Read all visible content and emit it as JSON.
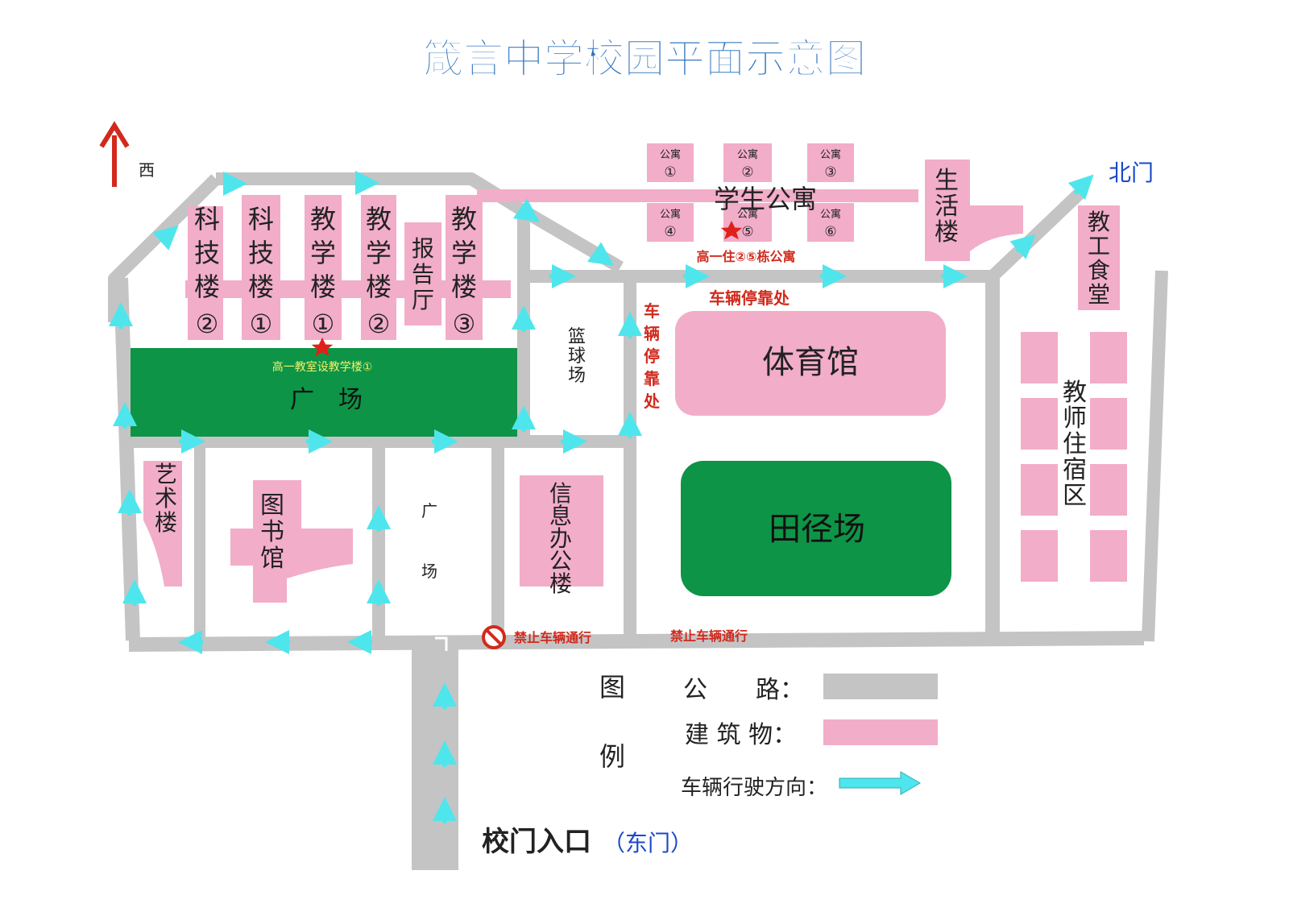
{
  "title": "箴言中学校园平面示意图",
  "compass": {
    "label": "西"
  },
  "gates": {
    "north": "北门",
    "east_main": "校门入口",
    "east_paren": "（东门）"
  },
  "buildings": {
    "keji2": {
      "l1": "科",
      "l2": "技",
      "l3": "楼",
      "num": "②"
    },
    "keji1": {
      "l1": "科",
      "l2": "技",
      "l3": "楼",
      "num": "①"
    },
    "jiaoxue1": {
      "l1": "教",
      "l2": "学",
      "l3": "楼",
      "num": "①"
    },
    "jiaoxue2": {
      "l1": "教",
      "l2": "学",
      "l3": "楼",
      "num": "②"
    },
    "baogao": {
      "l1": "报",
      "l2": "告",
      "l3": "厅"
    },
    "jiaoxue3": {
      "l1": "教",
      "l2": "学",
      "l3": "楼",
      "num": "③"
    },
    "gongyu1": {
      "l1": "公寓",
      "num": "①"
    },
    "gongyu2": {
      "l1": "公寓",
      "num": "②"
    },
    "gongyu3": {
      "l1": "公寓",
      "num": "③"
    },
    "gongyu4": {
      "l1": "公寓",
      "num": "④"
    },
    "gongyu5": {
      "l1": "公寓",
      "num": "⑤"
    },
    "gongyu6": {
      "l1": "公寓",
      "num": "⑥"
    },
    "xuesheng_gongyu": "学生公寓",
    "shenghuo": {
      "l1": "生",
      "l2": "活",
      "l3": "楼"
    },
    "jiaogong_shitang": {
      "l1": "教",
      "l2": "工",
      "l3": "食",
      "l4": "堂"
    },
    "tiyuguan": "体育馆",
    "tianjingchang": "田径场",
    "jiaoshi_zhusu": {
      "l1": "教",
      "l2": "师",
      "l3": "住",
      "l4": "宿",
      "l5": "区"
    },
    "yishu": {
      "l1": "艺",
      "l2": "术",
      "l3": "楼"
    },
    "tushu": {
      "l1": "图",
      "l2": "书",
      "l3": "馆"
    },
    "xinxi": {
      "l1": "信",
      "l2": "息",
      "l3": "办",
      "l4": "公",
      "l5": "楼"
    }
  },
  "open_areas": {
    "guangchang_main": "广　场",
    "lanqiu": {
      "l1": "篮",
      "l2": "球",
      "l3": "场"
    },
    "guangchang_small": {
      "l1": "广",
      "l2": "场"
    }
  },
  "notes": {
    "gaoyi_classroom": "高一教室设教学楼①",
    "gaoyi_dorm": "高一住②⑤栋公寓",
    "parking_h": "车辆停靠处",
    "parking_v": {
      "c1": "车",
      "c2": "辆",
      "c3": "停",
      "c4": "靠",
      "c5": "处"
    },
    "no_vehicle_1": "禁止车辆通行",
    "no_vehicle_2": "禁止车辆通行"
  },
  "legend": {
    "tu": "图",
    "li": "例",
    "road": "公　　路：",
    "building": "建 筑 物：",
    "direction": "车辆行驶方向："
  },
  "colors": {
    "road": "#c4c4c4",
    "building": "#f2adc8",
    "green_area": "#0d9447",
    "arrow": "#4ee6ec",
    "title_blue": "#2f73bd",
    "red_text": "#d12a1d",
    "star": "#e0201b",
    "yellow_text": "#f2f26a",
    "north_blue": "#1a49c9"
  }
}
